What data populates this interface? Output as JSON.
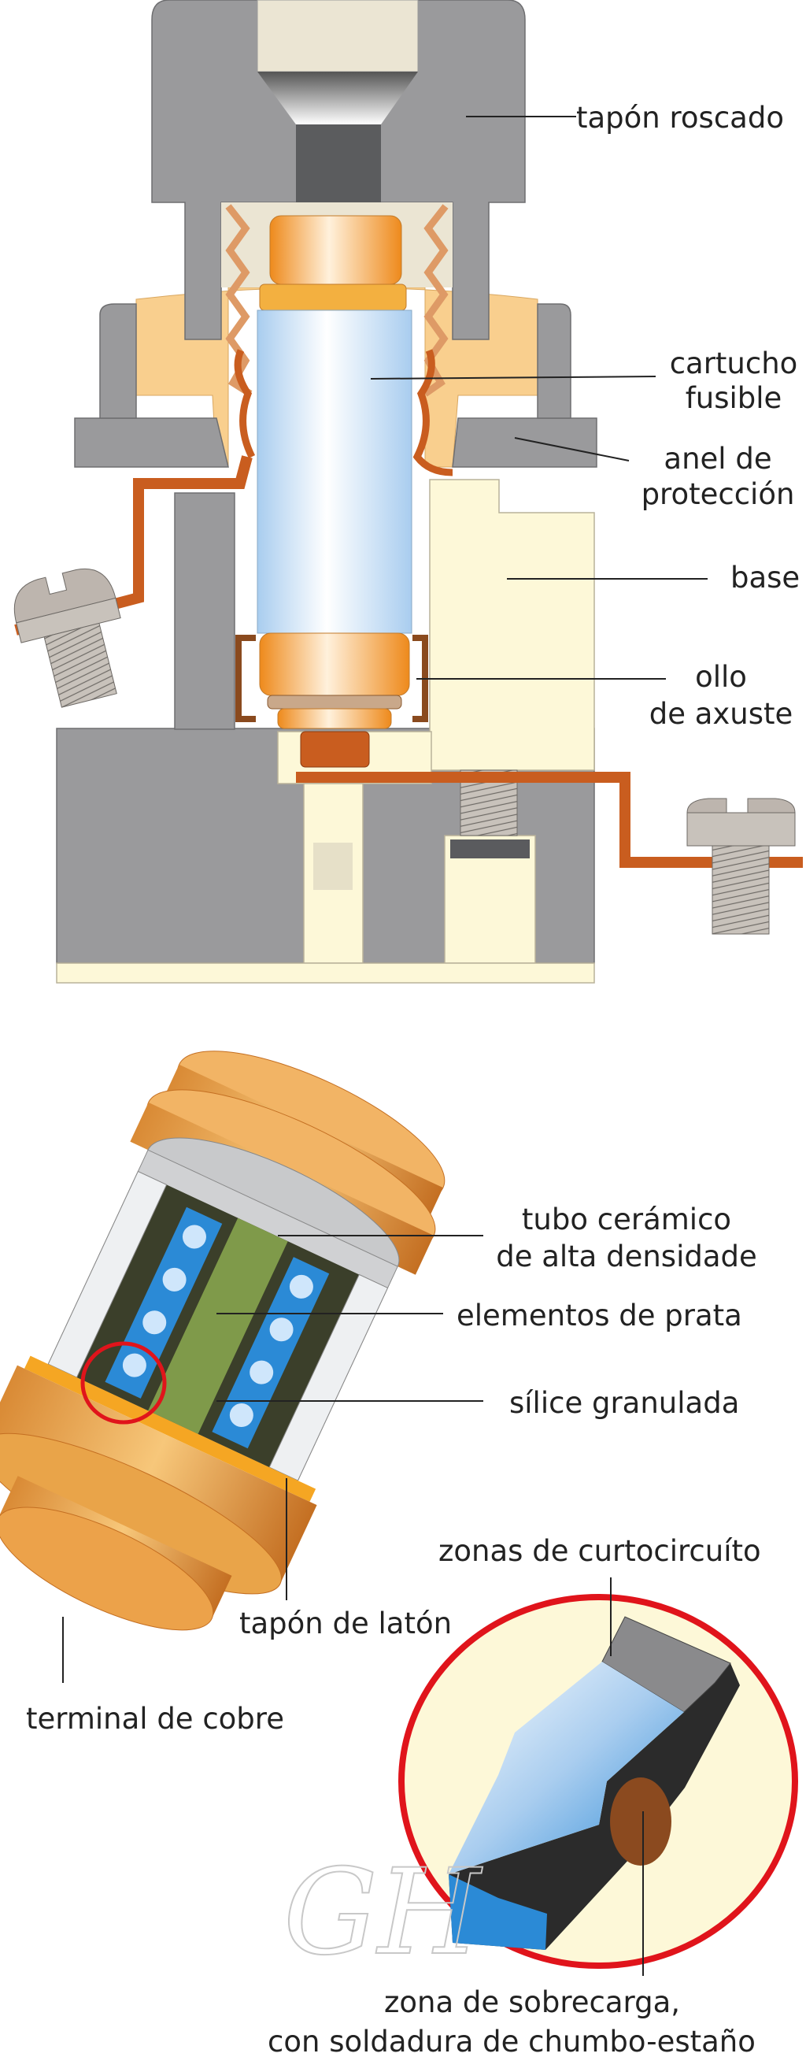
{
  "top_diagram": {
    "labels": {
      "threaded_cap": "tapón roscado",
      "cartridge_1": "cartucho",
      "cartridge_2": "fusible",
      "ring_1": "anel de",
      "ring_2": "protección",
      "base": "base",
      "gauge_1": "ollo",
      "gauge_2": "de axuste"
    }
  },
  "bottom_diagram": {
    "labels": {
      "tube_1": "tubo cerámico",
      "tube_2": "de alta densidade",
      "silver": "elementos de prata",
      "silica": "sílice granulada",
      "brass_cap": "tapón de latón",
      "copper_terminal": "terminal de cobre",
      "short_circuit": "zonas de curtocircuíto",
      "overload_1": "zona de sobrecarga,",
      "overload_2": "con soldadura de chumbo-estaño"
    }
  },
  "watermark": "GH",
  "colors": {
    "gray": "#9a9a9c",
    "cream": "#fdf8d8",
    "copper": "#c95d1f",
    "brass": "#e9a449",
    "highlight": "#e0141b",
    "silver_blue": "#a9cdef"
  }
}
